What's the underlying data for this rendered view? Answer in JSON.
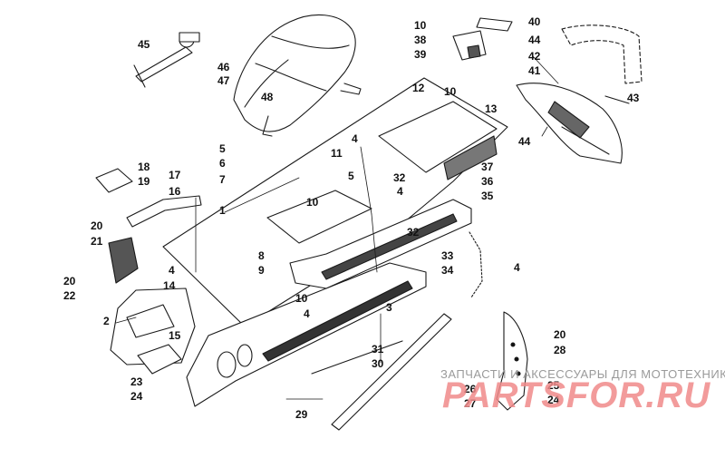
{
  "diagram": {
    "labels": {
      "l45": "45",
      "l46": "46",
      "l47": "47",
      "l48": "48",
      "l10a": "10",
      "l38": "38",
      "l39": "39",
      "l40": "40",
      "l44a": "44",
      "l42": "42",
      "l41": "41",
      "l43": "43",
      "l44b": "44",
      "l12": "12",
      "l10b": "10",
      "l13": "13",
      "l5a": "5",
      "l6": "6",
      "l7": "7",
      "l4a": "4",
      "l11": "11",
      "l5b": "5",
      "l18": "18",
      "l19": "19",
      "l17": "17",
      "l16": "16",
      "l37": "37",
      "l36": "36",
      "l35": "35",
      "l32a": "32",
      "l4b": "4",
      "l10c": "10",
      "l1": "1",
      "l20a": "20",
      "l21": "21",
      "l8": "8",
      "l9": "9",
      "l32b": "32",
      "l33": "33",
      "l34": "34",
      "l4c": "4",
      "l20b": "20",
      "l22": "22",
      "l4d": "4",
      "l14": "14",
      "l2": "2",
      "l10d": "10",
      "l4e": "4",
      "l3": "3",
      "l15": "15",
      "l31": "31",
      "l30": "30",
      "l23": "23",
      "l24a": "24",
      "l20c": "20",
      "l28": "28",
      "l25": "25",
      "l24b": "24",
      "l26": "26",
      "l27": "27",
      "l29": "29"
    },
    "watermark": {
      "tagline": "ЗАПЧАСТИ И АКСЕССУАРЫ ДЛЯ МОТОТЕХНИКИ",
      "logo": "PARTSFOR.RU"
    }
  }
}
